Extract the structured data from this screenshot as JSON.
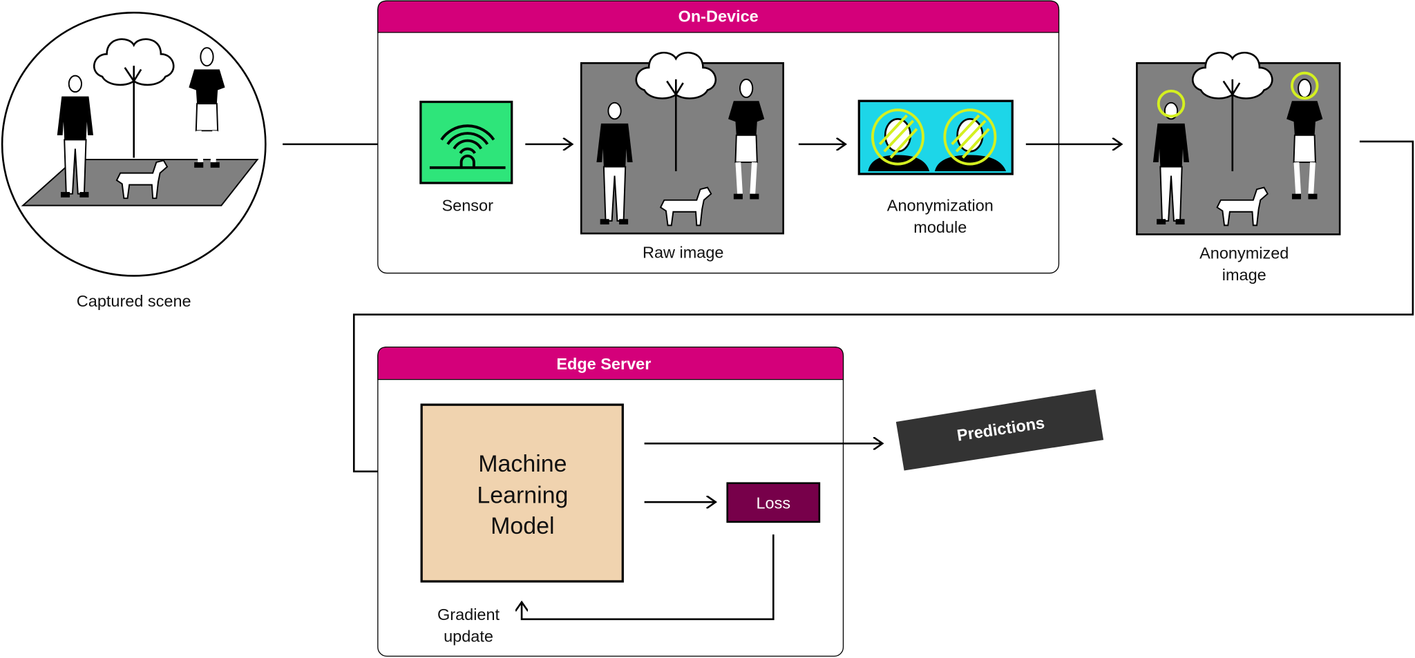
{
  "scene": {
    "label": "Captured scene"
  },
  "on_device": {
    "title": "On-Device",
    "sensor_label": "Sensor",
    "raw_image_label": "Raw image",
    "anonymization_label_line1": "Anonymization",
    "anonymization_label_line2": "module"
  },
  "anonymized": {
    "label_line1": "Anonymized",
    "label_line2": "image"
  },
  "edge_server": {
    "title": "Edge Server",
    "model_line1": "Machine",
    "model_line2": "Learning",
    "model_line3": "Model",
    "loss_label": "Loss",
    "gradient_line1": "Gradient",
    "gradient_line2": "update"
  },
  "predictions": {
    "label": "Predictions"
  },
  "colors": {
    "header": "#D4007A",
    "sensor": "#2EE57A",
    "anonymization": "#1DD6E8",
    "model": "#F0D3AF",
    "loss": "#77004A",
    "predictions": "#333333",
    "image_bg": "#808080",
    "blur_ring": "#D4F020"
  },
  "icons": [
    "wifi-sensor-icon",
    "person-icon",
    "tree-icon",
    "dog-icon",
    "anonymized-face-icon"
  ]
}
